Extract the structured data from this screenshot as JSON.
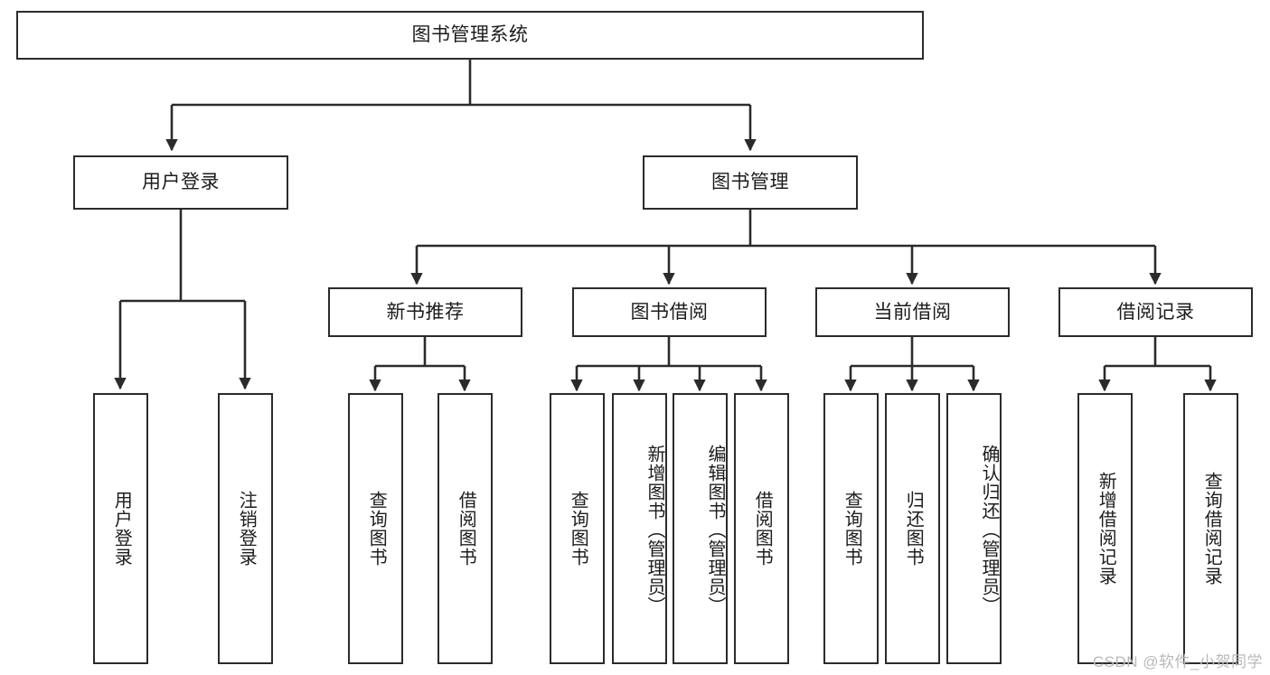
{
  "diagram": {
    "title": "图书管理系统",
    "type": "tree-hierarchy",
    "root": {
      "id": "root",
      "label": "图书管理系统"
    },
    "level2": [
      {
        "id": "user-login",
        "label": "用户登录"
      },
      {
        "id": "book-manage",
        "label": "图书管理"
      }
    ],
    "level3": [
      {
        "id": "new-book-recommend",
        "label": "新书推荐",
        "parent": "book-manage"
      },
      {
        "id": "book-borrow",
        "label": "图书借阅",
        "parent": "book-manage"
      },
      {
        "id": "current-borrow",
        "label": "当前借阅",
        "parent": "book-manage"
      },
      {
        "id": "borrow-record",
        "label": "借阅记录",
        "parent": "book-manage"
      }
    ],
    "leaves": [
      {
        "id": "leaf-user-login",
        "label": "用户登录",
        "parent": "user-login"
      },
      {
        "id": "leaf-logout-login",
        "label": "注销登录",
        "parent": "user-login"
      },
      {
        "id": "leaf-query-book-1",
        "label": "查询图书",
        "parent": "new-book-recommend"
      },
      {
        "id": "leaf-borrow-book-1",
        "label": "借阅图书",
        "parent": "new-book-recommend"
      },
      {
        "id": "leaf-query-book-2",
        "label": "查询图书",
        "parent": "book-borrow"
      },
      {
        "id": "leaf-add-book",
        "label": "新增图书（管理员）",
        "parent": "book-borrow"
      },
      {
        "id": "leaf-edit-book",
        "label": "编辑图书（管理员）",
        "parent": "book-borrow"
      },
      {
        "id": "leaf-borrow-book-2",
        "label": "借阅图书",
        "parent": "book-borrow"
      },
      {
        "id": "leaf-query-book-3",
        "label": "查询图书",
        "parent": "current-borrow"
      },
      {
        "id": "leaf-return-book",
        "label": "归还图书",
        "parent": "current-borrow"
      },
      {
        "id": "leaf-confirm-return",
        "label": "确认归还（管理员）",
        "parent": "current-borrow"
      },
      {
        "id": "leaf-add-record",
        "label": "新增借阅记录",
        "parent": "borrow-record"
      },
      {
        "id": "leaf-query-record",
        "label": "查询借阅记录",
        "parent": "borrow-record"
      }
    ],
    "colors": {
      "border": "#2b2b2b",
      "background": "#ffffff",
      "text": "#1c1c1c",
      "edge": "#2b2b2b",
      "watermark": "#b9b9b9"
    }
  },
  "watermark": {
    "text": "CSDN @软件_小贺同学"
  }
}
